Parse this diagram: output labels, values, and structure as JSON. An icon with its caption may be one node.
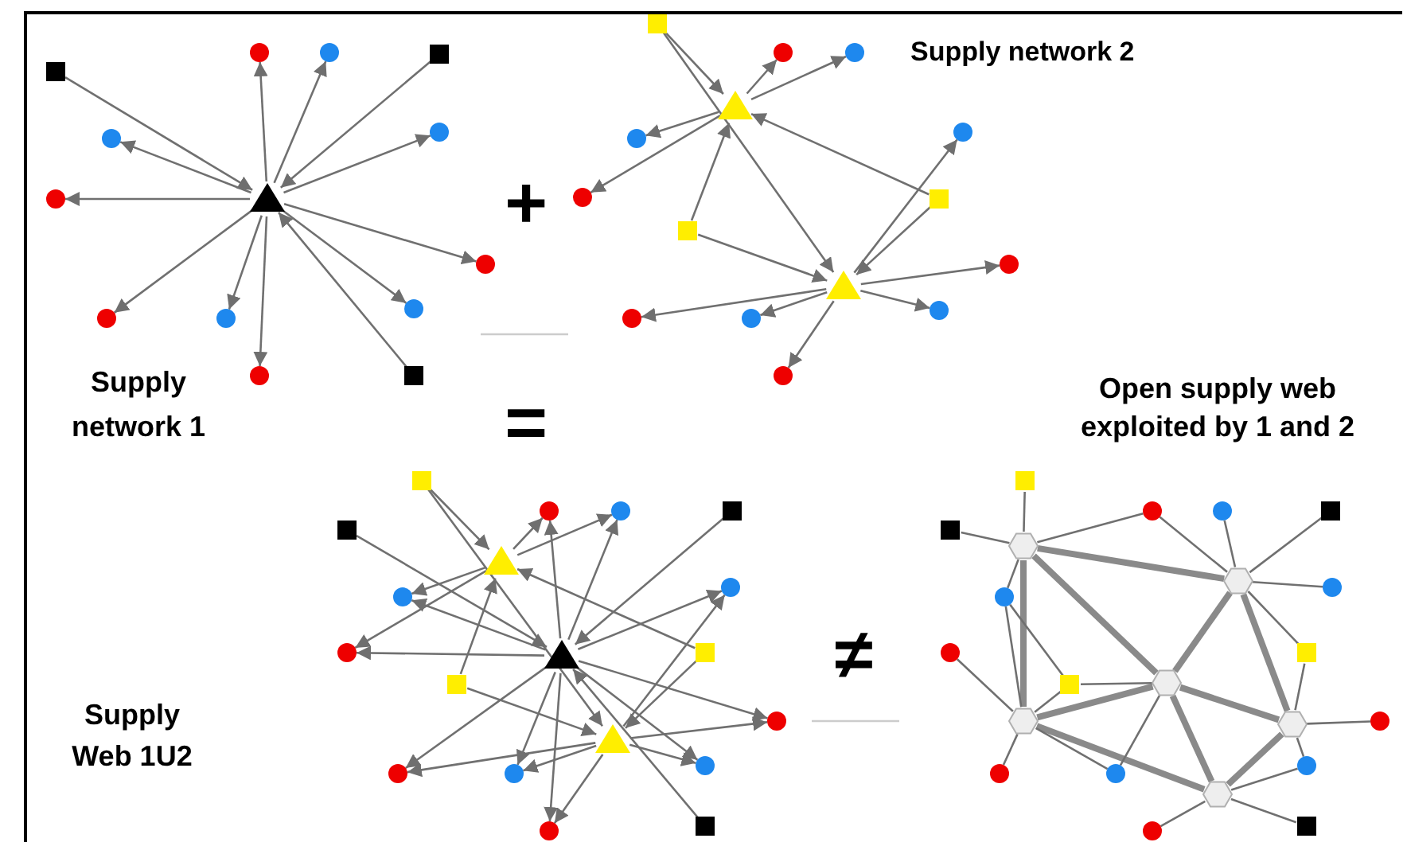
{
  "diagram": {
    "nodes": [
      {
        "text": [],
        "shape": "triangle"
      },
      {
        "text": [],
        "shape": "box"
      },
      {
        "text": [],
        "shape": "circle"
      },
      {
        "text": [],
        "shape": "circle"
      },
      {
        "text": [],
        "shape": "box"
      },
      {
        "text": [],
        "shape": "circle"
      },
      {
        "text": [],
        "shape": "circle"
      },
      {
        "text": [],
        "shape": "circle"
      },
      {
        "text": [],
        "shape": "circle"
      },
      {
        "text": [],
        "shape": "circle"
      },
      {
        "text": [],
        "shape": "circle"
      },
      {
        "text": [],
        "shape": "circle"
      },
      {
        "text": [],
        "shape": "circle"
      },
      {
        "text": [],
        "shape": "box"
      },
      {
        "text": [],
        "shape": "triangle"
      },
      {
        "text": [],
        "shape": "triangle"
      },
      {
        "text": [],
        "shape": "box"
      },
      {
        "text": [],
        "shape": "circle"
      },
      {
        "text": [],
        "shape": "circle"
      },
      {
        "text": [],
        "shape": "circle"
      },
      {
        "text": [],
        "shape": "circle"
      },
      {
        "text": [],
        "shape": "box"
      },
      {
        "text": [],
        "shape": "box"
      },
      {
        "text": [],
        "shape": "circle"
      },
      {
        "text": [],
        "shape": "circle"
      },
      {
        "text": [],
        "shape": "circle"
      },
      {
        "text": [],
        "shape": "circle"
      },
      {
        "text": [],
        "shape": "circle"
      },
      {
        "text": [],
        "shape": "circle"
      },
      {
        "text": [],
        "shape": "triangle"
      },
      {
        "text": [],
        "shape": "triangle"
      },
      {
        "text": [],
        "shape": "triangle"
      },
      {
        "text": [],
        "shape": "box"
      },
      {
        "text": [],
        "shape": "box"
      },
      {
        "text": [],
        "shape": "circle"
      },
      {
        "text": [],
        "shape": "circle"
      },
      {
        "text": [],
        "shape": "box"
      },
      {
        "text": [],
        "shape": "circle"
      },
      {
        "text": [],
        "shape": "circle"
      },
      {
        "text": [],
        "shape": "circle"
      },
      {
        "text": [],
        "shape": "box"
      },
      {
        "text": [],
        "shape": "box"
      },
      {
        "text": [],
        "shape": "circle"
      },
      {
        "text": [],
        "shape": "circle"
      },
      {
        "text": [],
        "shape": "circle"
      },
      {
        "text": [],
        "shape": "circle"
      },
      {
        "text": [],
        "shape": "circle"
      },
      {
        "text": [],
        "shape": "box"
      },
      {
        "text": [],
        "shape": "hexagon"
      },
      {
        "text": [],
        "shape": "hexagon"
      },
      {
        "text": [],
        "shape": "hexagon"
      },
      {
        "text": [],
        "shape": "hexagon"
      },
      {
        "text": [],
        "shape": "hexagon"
      },
      {
        "text": [],
        "shape": "hexagon"
      },
      {
        "text": [],
        "shape": "box"
      },
      {
        "text": [],
        "shape": "box"
      },
      {
        "text": [],
        "shape": "circle"
      },
      {
        "text": [],
        "shape": "circle"
      },
      {
        "text": [],
        "shape": "box"
      },
      {
        "text": [],
        "shape": "circle"
      },
      {
        "text": [],
        "shape": "circle"
      },
      {
        "text": [],
        "shape": "circle"
      },
      {
        "text": [],
        "shape": "box"
      },
      {
        "text": [],
        "shape": "box"
      },
      {
        "text": [],
        "shape": "circle"
      },
      {
        "text": [],
        "shape": "circle"
      },
      {
        "text": [],
        "shape": "circle"
      },
      {
        "text": [],
        "shape": "circle"
      },
      {
        "text": [],
        "shape": "circle"
      },
      {
        "text": [],
        "shape": "box"
      }
    ],
    "edges": [
      {
        "from": 1,
        "to": 0,
        "arrow": "to"
      },
      {
        "from": 0,
        "to": 2,
        "arrow": "to"
      },
      {
        "from": 0,
        "to": 3,
        "arrow": "to"
      },
      {
        "from": 4,
        "to": 0,
        "arrow": "to"
      },
      {
        "from": 0,
        "to": 5,
        "arrow": "to"
      },
      {
        "from": 0,
        "to": 6,
        "arrow": "to"
      },
      {
        "from": 0,
        "to": 7,
        "arrow": "to"
      },
      {
        "from": 0,
        "to": 8,
        "arrow": "to"
      },
      {
        "from": 0,
        "to": 9,
        "arrow": "to"
      },
      {
        "from": 0,
        "to": 10,
        "arrow": "to"
      },
      {
        "from": 0,
        "to": 11,
        "arrow": "to"
      },
      {
        "from": 0,
        "to": 12,
        "arrow": "to"
      },
      {
        "from": 13,
        "to": 0,
        "arrow": "to"
      },
      {
        "from": 16,
        "to": 14,
        "arrow": "to"
      },
      {
        "from": 16,
        "to": 15,
        "arrow": "to"
      },
      {
        "from": 14,
        "to": 17,
        "arrow": "to"
      },
      {
        "from": 14,
        "to": 18,
        "arrow": "to"
      },
      {
        "from": 14,
        "to": 19,
        "arrow": "to"
      },
      {
        "from": 14,
        "to": 20,
        "arrow": "to"
      },
      {
        "from": 21,
        "to": 14,
        "arrow": "to"
      },
      {
        "from": 21,
        "to": 15,
        "arrow": "to"
      },
      {
        "from": 22,
        "to": 14,
        "arrow": "to"
      },
      {
        "from": 22,
        "to": 15,
        "arrow": "to"
      },
      {
        "from": 15,
        "to": 23,
        "arrow": "to"
      },
      {
        "from": 15,
        "to": 24,
        "arrow": "to"
      },
      {
        "from": 15,
        "to": 25,
        "arrow": "to"
      },
      {
        "from": 15,
        "to": 26,
        "arrow": "to"
      },
      {
        "from": 15,
        "to": 27,
        "arrow": "to"
      },
      {
        "from": 15,
        "to": 28,
        "arrow": "to"
      },
      {
        "from": 33,
        "to": 29,
        "arrow": "to"
      },
      {
        "from": 29,
        "to": 34,
        "arrow": "to"
      },
      {
        "from": 29,
        "to": 35,
        "arrow": "to"
      },
      {
        "from": 36,
        "to": 29,
        "arrow": "to"
      },
      {
        "from": 29,
        "to": 37,
        "arrow": "to"
      },
      {
        "from": 29,
        "to": 38,
        "arrow": "to"
      },
      {
        "from": 29,
        "to": 39,
        "arrow": "to"
      },
      {
        "from": 29,
        "to": 42,
        "arrow": "to"
      },
      {
        "from": 29,
        "to": 43,
        "arrow": "to"
      },
      {
        "from": 29,
        "to": 44,
        "arrow": "to"
      },
      {
        "from": 29,
        "to": 45,
        "arrow": "to"
      },
      {
        "from": 29,
        "to": 46,
        "arrow": "to"
      },
      {
        "from": 47,
        "to": 29,
        "arrow": "to"
      },
      {
        "from": 32,
        "to": 30,
        "arrow": "to"
      },
      {
        "from": 32,
        "to": 31,
        "arrow": "to"
      },
      {
        "from": 30,
        "to": 34,
        "arrow": "to"
      },
      {
        "from": 30,
        "to": 35,
        "arrow": "to"
      },
      {
        "from": 30,
        "to": 37,
        "arrow": "to"
      },
      {
        "from": 30,
        "to": 39,
        "arrow": "to"
      },
      {
        "from": 41,
        "to": 30,
        "arrow": "to"
      },
      {
        "from": 41,
        "to": 31,
        "arrow": "to"
      },
      {
        "from": 40,
        "to": 30,
        "arrow": "to"
      },
      {
        "from": 40,
        "to": 31,
        "arrow": "to"
      },
      {
        "from": 31,
        "to": 38,
        "arrow": "to"
      },
      {
        "from": 31,
        "to": 42,
        "arrow": "to"
      },
      {
        "from": 31,
        "to": 43,
        "arrow": "to"
      },
      {
        "from": 31,
        "to": 44,
        "arrow": "to"
      },
      {
        "from": 31,
        "to": 45,
        "arrow": "to"
      },
      {
        "from": 31,
        "to": 46,
        "arrow": "to"
      },
      {
        "from": 48,
        "to": 49,
        "arrow": "none",
        "style": "thick"
      },
      {
        "from": 48,
        "to": 51,
        "arrow": "none",
        "style": "thick"
      },
      {
        "from": 48,
        "to": 50,
        "arrow": "none",
        "style": "thick"
      },
      {
        "from": 49,
        "to": 50,
        "arrow": "none",
        "style": "thick"
      },
      {
        "from": 49,
        "to": 52,
        "arrow": "none",
        "style": "thick"
      },
      {
        "from": 50,
        "to": 51,
        "arrow": "none",
        "style": "thick"
      },
      {
        "from": 50,
        "to": 53,
        "arrow": "none",
        "style": "thick"
      },
      {
        "from": 50,
        "to": 52,
        "arrow": "none",
        "style": "thick"
      },
      {
        "from": 51,
        "to": 53,
        "arrow": "none",
        "style": "thick"
      },
      {
        "from": 52,
        "to": 53,
        "arrow": "none",
        "style": "thick"
      },
      {
        "from": 54,
        "to": 48,
        "arrow": "none"
      },
      {
        "from": 55,
        "to": 48,
        "arrow": "none"
      },
      {
        "from": 56,
        "to": 48,
        "arrow": "none"
      },
      {
        "from": 56,
        "to": 49,
        "arrow": "none"
      },
      {
        "from": 57,
        "to": 49,
        "arrow": "none"
      },
      {
        "from": 58,
        "to": 49,
        "arrow": "none"
      },
      {
        "from": 59,
        "to": 48,
        "arrow": "none"
      },
      {
        "from": 59,
        "to": 51,
        "arrow": "none"
      },
      {
        "from": 59,
        "to": 63,
        "arrow": "none"
      },
      {
        "from": 60,
        "to": 49,
        "arrow": "none"
      },
      {
        "from": 61,
        "to": 51,
        "arrow": "none"
      },
      {
        "from": 62,
        "to": 49,
        "arrow": "none"
      },
      {
        "from": 62,
        "to": 52,
        "arrow": "none"
      },
      {
        "from": 63,
        "to": 50,
        "arrow": "none"
      },
      {
        "from": 63,
        "to": 51,
        "arrow": "none"
      },
      {
        "from": 64,
        "to": 52,
        "arrow": "none"
      },
      {
        "from": 65,
        "to": 51,
        "arrow": "none"
      },
      {
        "from": 66,
        "to": 50,
        "arrow": "none"
      },
      {
        "from": 66,
        "to": 51,
        "arrow": "none"
      },
      {
        "from": 67,
        "to": 52,
        "arrow": "none"
      },
      {
        "from": 67,
        "to": 53,
        "arrow": "none"
      },
      {
        "from": 68,
        "to": 53,
        "arrow": "none"
      },
      {
        "from": 69,
        "to": 53,
        "arrow": "none"
      }
    ],
    "labels": [
      "Supply network 2",
      "+",
      "Supply network 1",
      "=",
      "Open supply web exploited by 1 and 2",
      "≠",
      "Supply Web 1U2"
    ]
  }
}
